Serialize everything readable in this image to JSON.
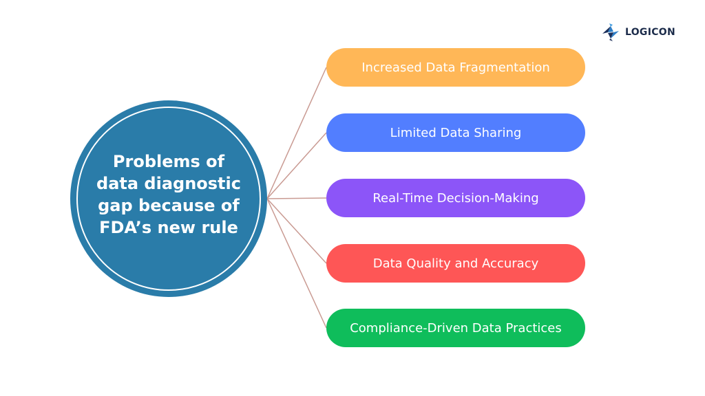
{
  "logo": {
    "text": "LOGICON",
    "icon": "logicon-mark-icon"
  },
  "hub": {
    "title": "Problems of data diagnostic gap because of FDA’s new rule",
    "color": "#2a7ca9"
  },
  "connector_color": "#c99a92",
  "items": [
    {
      "label": "Increased Data Fragmentation",
      "color": "#ffb757"
    },
    {
      "label": "Limited Data Sharing",
      "color": "#527eff"
    },
    {
      "label": "Real-Time Decision-Making",
      "color": "#8c55f8"
    },
    {
      "label": "Data Quality and Accuracy",
      "color": "#fe5656"
    },
    {
      "label": "Compliance-Driven Data Practices",
      "color": "#0fbd5b"
    }
  ]
}
